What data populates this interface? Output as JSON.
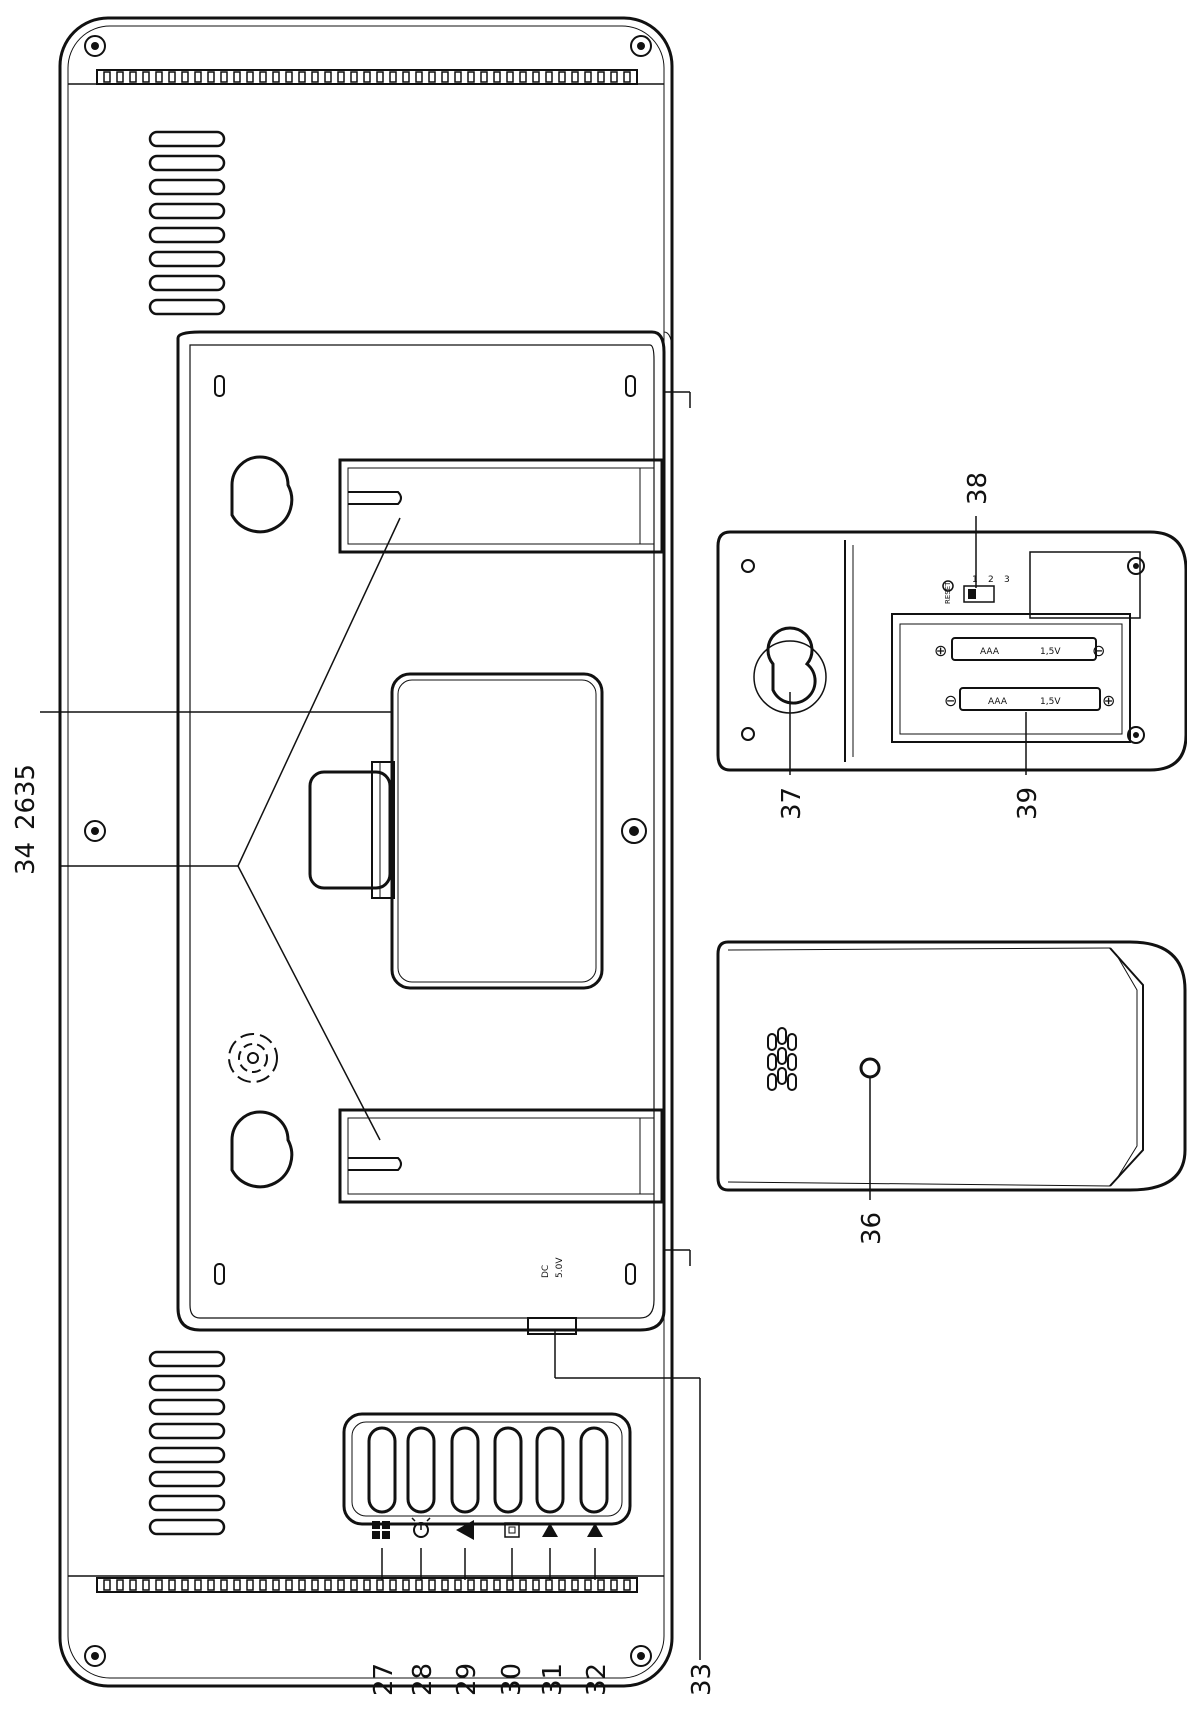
{
  "callouts": {
    "c34": "34",
    "c26": "26",
    "c35": "35",
    "c27": "27",
    "c28": "28",
    "c29": "29",
    "c30": "30",
    "c31": "31",
    "c32": "32",
    "c33": "33",
    "c36": "36",
    "c37": "37",
    "c38": "38",
    "c39": "39"
  },
  "dc_jack": {
    "line1": "DC",
    "line2": "5.0V"
  },
  "battery": {
    "type": "AAA",
    "voltage": "1,5V"
  },
  "switch_positions": [
    "1",
    "2",
    "3"
  ],
  "switch_label": "RESET",
  "colors": {
    "line": "#111111",
    "background": "#ffffff"
  }
}
